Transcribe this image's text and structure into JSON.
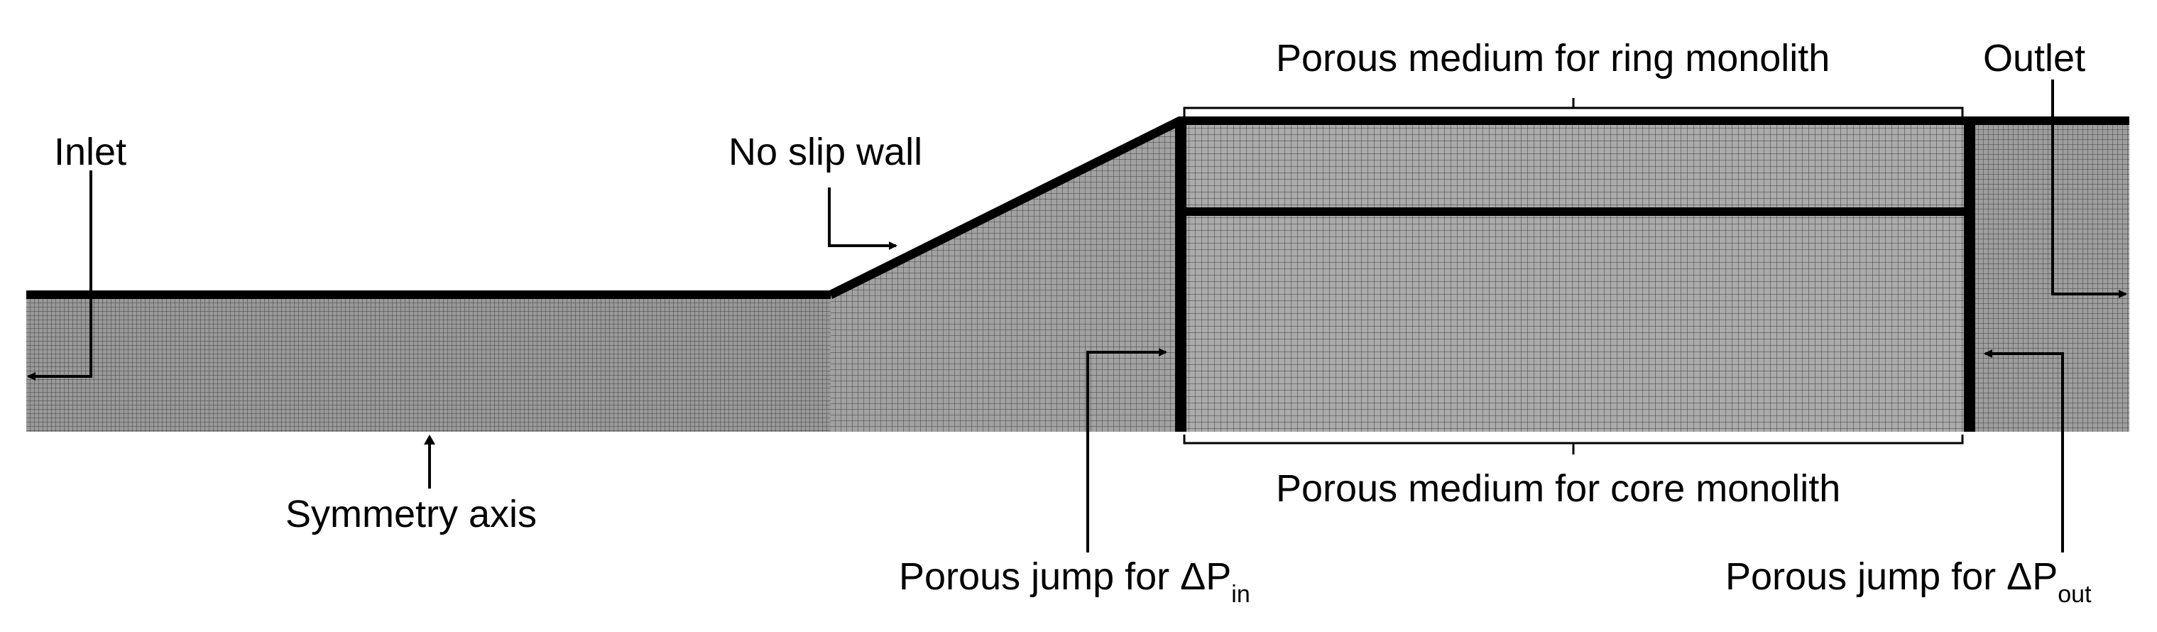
{
  "labels": {
    "inlet": "Inlet",
    "outlet": "Outlet",
    "no_slip_wall": "No slip wall",
    "symmetry_axis": "Symmetry axis",
    "ring_monolith": "Porous medium for ring monolith",
    "core_monolith": "Porous medium for core monolith",
    "jump_in_prefix": "Porous jump for ",
    "jump_in_symbol": "ΔP",
    "jump_in_sub": "in",
    "jump_out_prefix": "Porous jump for ",
    "jump_out_symbol": "ΔP",
    "jump_out_sub": "out"
  },
  "colors": {
    "mesh_fill": "#8a8a8a",
    "mesh_line": "#3a3a3a",
    "ink": "#000000"
  }
}
